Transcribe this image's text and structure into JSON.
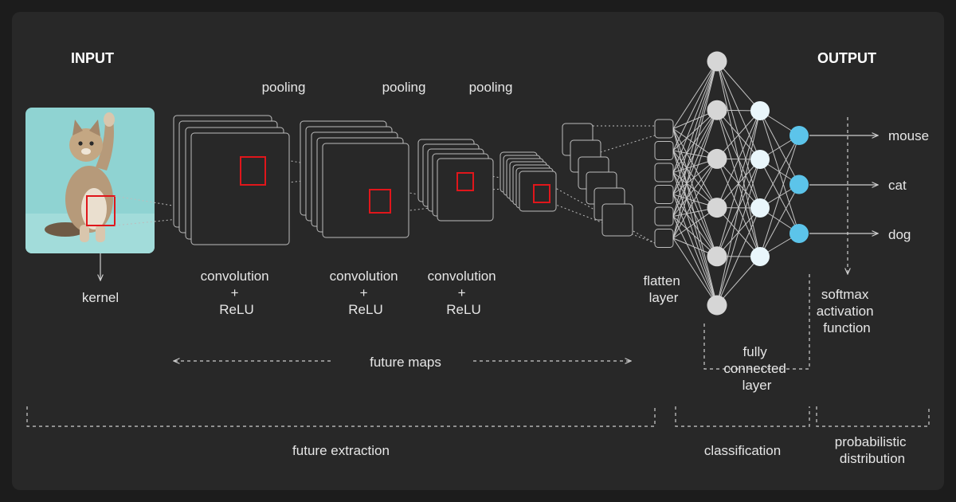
{
  "headings": {
    "input": "INPUT",
    "output": "OUTPUT"
  },
  "labels": {
    "pooling_1": "pooling",
    "pooling_2": "pooling",
    "pooling_3": "pooling",
    "kernel": "kernel",
    "conv_1": [
      "convolution",
      "+",
      "ReLU"
    ],
    "conv_2": [
      "convolution",
      "+",
      "ReLU"
    ],
    "conv_3": [
      "convolution",
      "+",
      "ReLU"
    ],
    "flatten": [
      "flatten",
      "layer"
    ],
    "softmax": [
      "softmax",
      "activation",
      "function"
    ],
    "fully_connected": [
      "fully",
      "connected",
      "layer"
    ],
    "feature_maps": "future maps",
    "sections": {
      "feature_extraction": "future extraction",
      "classification": "classification",
      "probabilistic": [
        "probabilistic",
        "distribution"
      ]
    }
  },
  "outputs": [
    "mouse",
    "cat",
    "dog"
  ],
  "network": {
    "input_nodes": 6,
    "hidden_nodes": 4,
    "output_nodes": 3,
    "flatten_cells": 6
  },
  "colors": {
    "panel": "#282828",
    "line": "#bdbdbd",
    "kernel_box": "#e0161b",
    "input_node": "#d6d6d6",
    "hidden_node": "#e9f6fb",
    "output_node": "#5cc4ea",
    "input_image_bg": "#8fd3d2"
  }
}
